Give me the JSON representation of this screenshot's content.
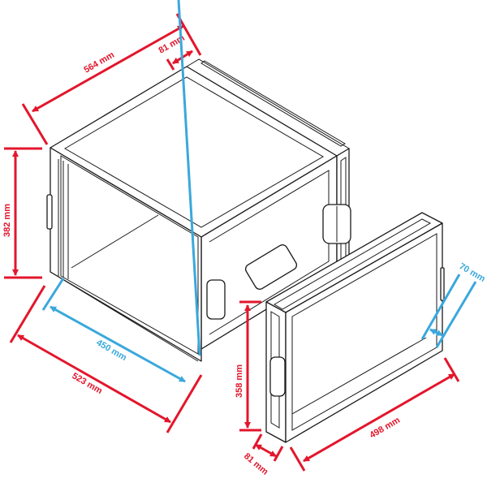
{
  "diagram": {
    "subject": "Rack case with removable front lid",
    "colors": {
      "outer_dimension": "#e3162c",
      "inner_dimension": "#3aa8dc",
      "outline": "#1a1a1a"
    },
    "dimensions": {
      "case_depth": {
        "label": "564 mm",
        "type": "outer"
      },
      "lid_depth_top": {
        "label": "81 mm",
        "type": "outer"
      },
      "case_height": {
        "label": "382 mm",
        "type": "outer"
      },
      "inner_width": {
        "label": "450 mm",
        "type": "inner"
      },
      "case_width": {
        "label": "523 mm",
        "type": "outer"
      },
      "lid_height": {
        "label": "358 mm",
        "type": "outer"
      },
      "lid_depth": {
        "label": "81 mm",
        "type": "outer"
      },
      "lid_width": {
        "label": "498 mm",
        "type": "outer"
      },
      "lid_inner_depth": {
        "label": "70 mm",
        "type": "inner"
      }
    }
  }
}
